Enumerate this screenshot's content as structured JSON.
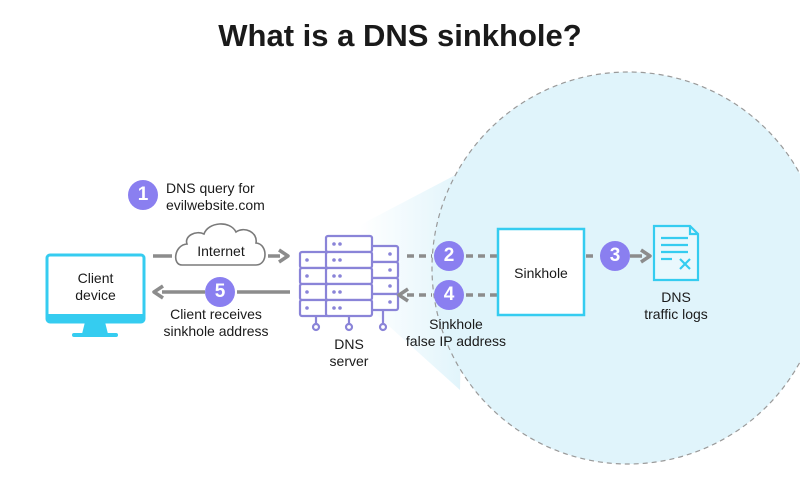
{
  "title": "What is a DNS sinkhole?",
  "client": {
    "label": "Client\ndevice"
  },
  "internet": {
    "label": "Internet"
  },
  "dns_server": {
    "label": "DNS\nserver"
  },
  "sinkhole": {
    "label": "Sinkhole"
  },
  "logs": {
    "label": "DNS\ntraffic logs"
  },
  "steps": [
    {
      "num": "1",
      "text": "DNS query for\nevilwebsite.com"
    },
    {
      "num": "2",
      "text": ""
    },
    {
      "num": "3",
      "text": ""
    },
    {
      "num": "4",
      "text": "Sinkhole\nfalse IP address"
    },
    {
      "num": "5",
      "text": "Client receives\nsinkhole address"
    }
  ],
  "colors": {
    "accent": "#8a7ff0",
    "server": "#8a84d8",
    "cyan": "#35ccf0",
    "zone_fill": "#e0f4fb",
    "arrow": "#8c8c8c"
  }
}
